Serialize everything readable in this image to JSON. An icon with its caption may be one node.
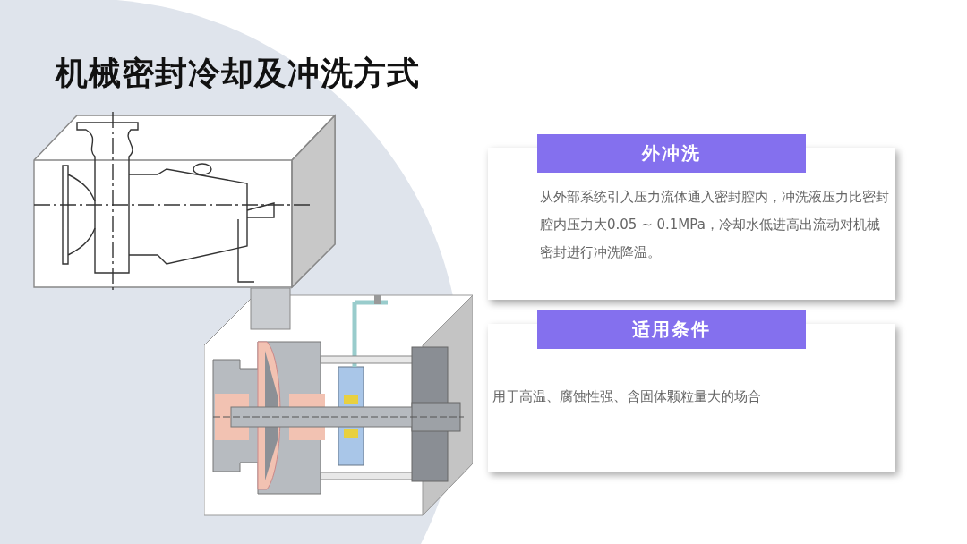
{
  "diagram": {
    "title": "机械密封冷却及冲洗方式",
    "nodes": [
      {
        "text": [
          "外冲洗",
          "从外部系统引入压力流体通入密封腔内，冲洗液压力比密封腔内压力大0.05 ~ 0.1MPa，冷却水低进高出流动对机械密封进行冲洗降温。"
        ]
      },
      {
        "text": [
          "适用条件",
          "用于高温、腐蚀性强、含固体颗粒量大的场合"
        ]
      }
    ]
  }
}
